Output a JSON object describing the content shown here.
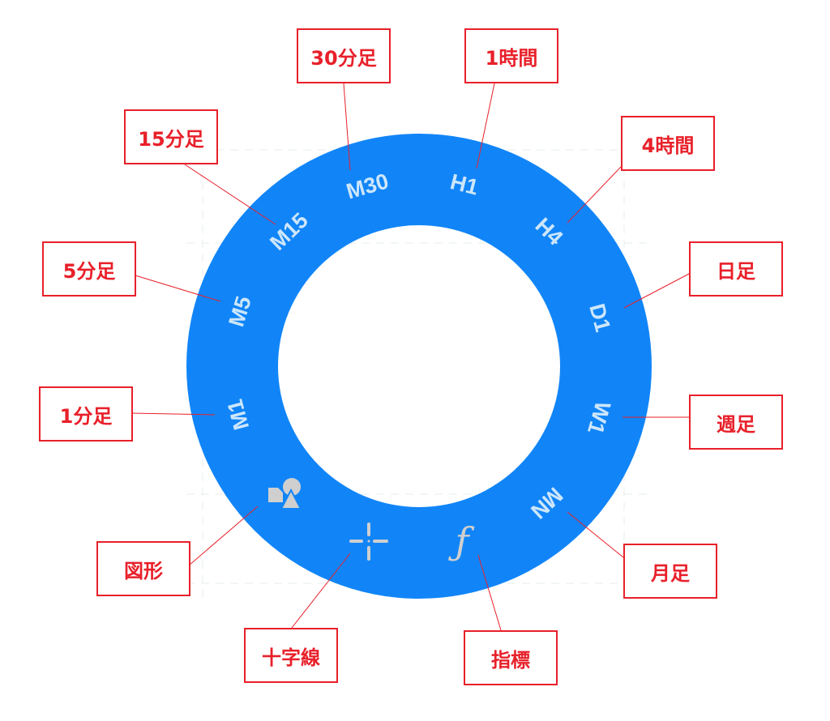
{
  "menu": {
    "ring_color": "#1185f8",
    "label_color": "#cde6fb",
    "icon_color": "#cfcfcf",
    "items": [
      {
        "label": "M1"
      },
      {
        "label": "M5"
      },
      {
        "label": "M15"
      },
      {
        "label": "M30"
      },
      {
        "label": "H1"
      },
      {
        "label": "H4"
      },
      {
        "label": "D1"
      },
      {
        "label": "W1"
      },
      {
        "label": "MN"
      }
    ],
    "icons": [
      "shapes-icon",
      "crosshair-icon",
      "function-icon"
    ]
  },
  "callouts": [
    {
      "text": "1分足"
    },
    {
      "text": "5分足"
    },
    {
      "text": "15分足"
    },
    {
      "text": "30分足"
    },
    {
      "text": "1時間"
    },
    {
      "text": "4時間"
    },
    {
      "text": "日足"
    },
    {
      "text": "週足"
    },
    {
      "text": "月足"
    },
    {
      "text": "図形"
    },
    {
      "text": "十字線"
    },
    {
      "text": "指標"
    }
  ]
}
